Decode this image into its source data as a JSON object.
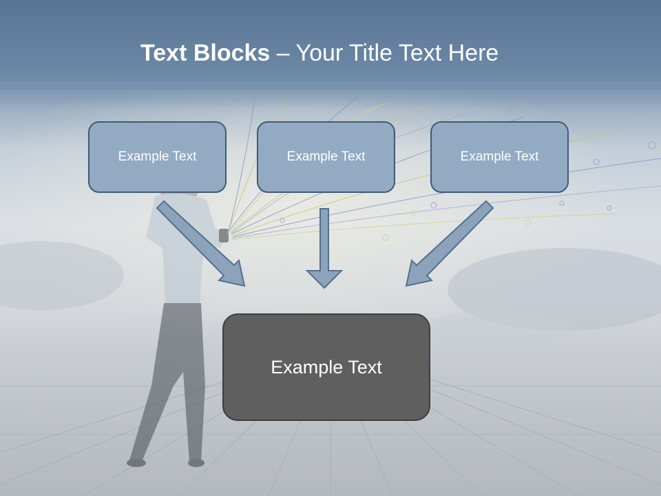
{
  "title": {
    "bold": "Text Blocks",
    "separator": " – ",
    "rest": "Your Title Text Here"
  },
  "blocks": [
    {
      "text": "Example Text"
    },
    {
      "text": "Example Text"
    },
    {
      "text": "Example Text"
    }
  ],
  "main_block": {
    "text": "Example Text"
  },
  "colors": {
    "title_band": "#6885a3",
    "block_fill": "#93aac3",
    "block_border": "#3f5a78",
    "arrow_fill": "#8da3bb",
    "main_fill": "#5f5f5f"
  }
}
